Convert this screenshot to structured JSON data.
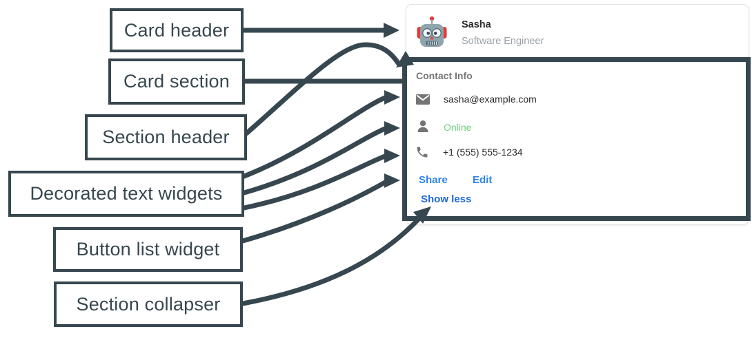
{
  "diagram": {
    "labels": [
      {
        "text": "Card header"
      },
      {
        "text": "Card section"
      },
      {
        "text": "Section header"
      },
      {
        "text": "Decorated text widgets"
      },
      {
        "text": "Button list widget"
      },
      {
        "text": "Section collapser"
      }
    ]
  },
  "card": {
    "header": {
      "avatar_icon": "robot-avatar-icon",
      "name": "Sasha",
      "subtitle": "Software Engineer"
    },
    "section": {
      "title": "Contact Info",
      "rows": [
        {
          "icon": "mail-icon",
          "text": "sasha@example.com",
          "status": "default"
        },
        {
          "icon": "person-icon",
          "text": "Online",
          "status": "online"
        },
        {
          "icon": "phone-icon",
          "text": "+1 (555) 555-1234",
          "status": "default"
        }
      ],
      "buttons": [
        {
          "label": "Share"
        },
        {
          "label": "Edit"
        }
      ],
      "collapser": {
        "label": "Show less"
      }
    }
  },
  "colors": {
    "annotation": "#37474F",
    "link_blue": "#2E84EC",
    "collapser_blue": "#2069D9",
    "online_green": "#6FCF81",
    "muted_text": "#757575",
    "subtitle_gray": "#9AA0A6",
    "body_text": "#27292b",
    "card_border": "#E1E3E6"
  }
}
